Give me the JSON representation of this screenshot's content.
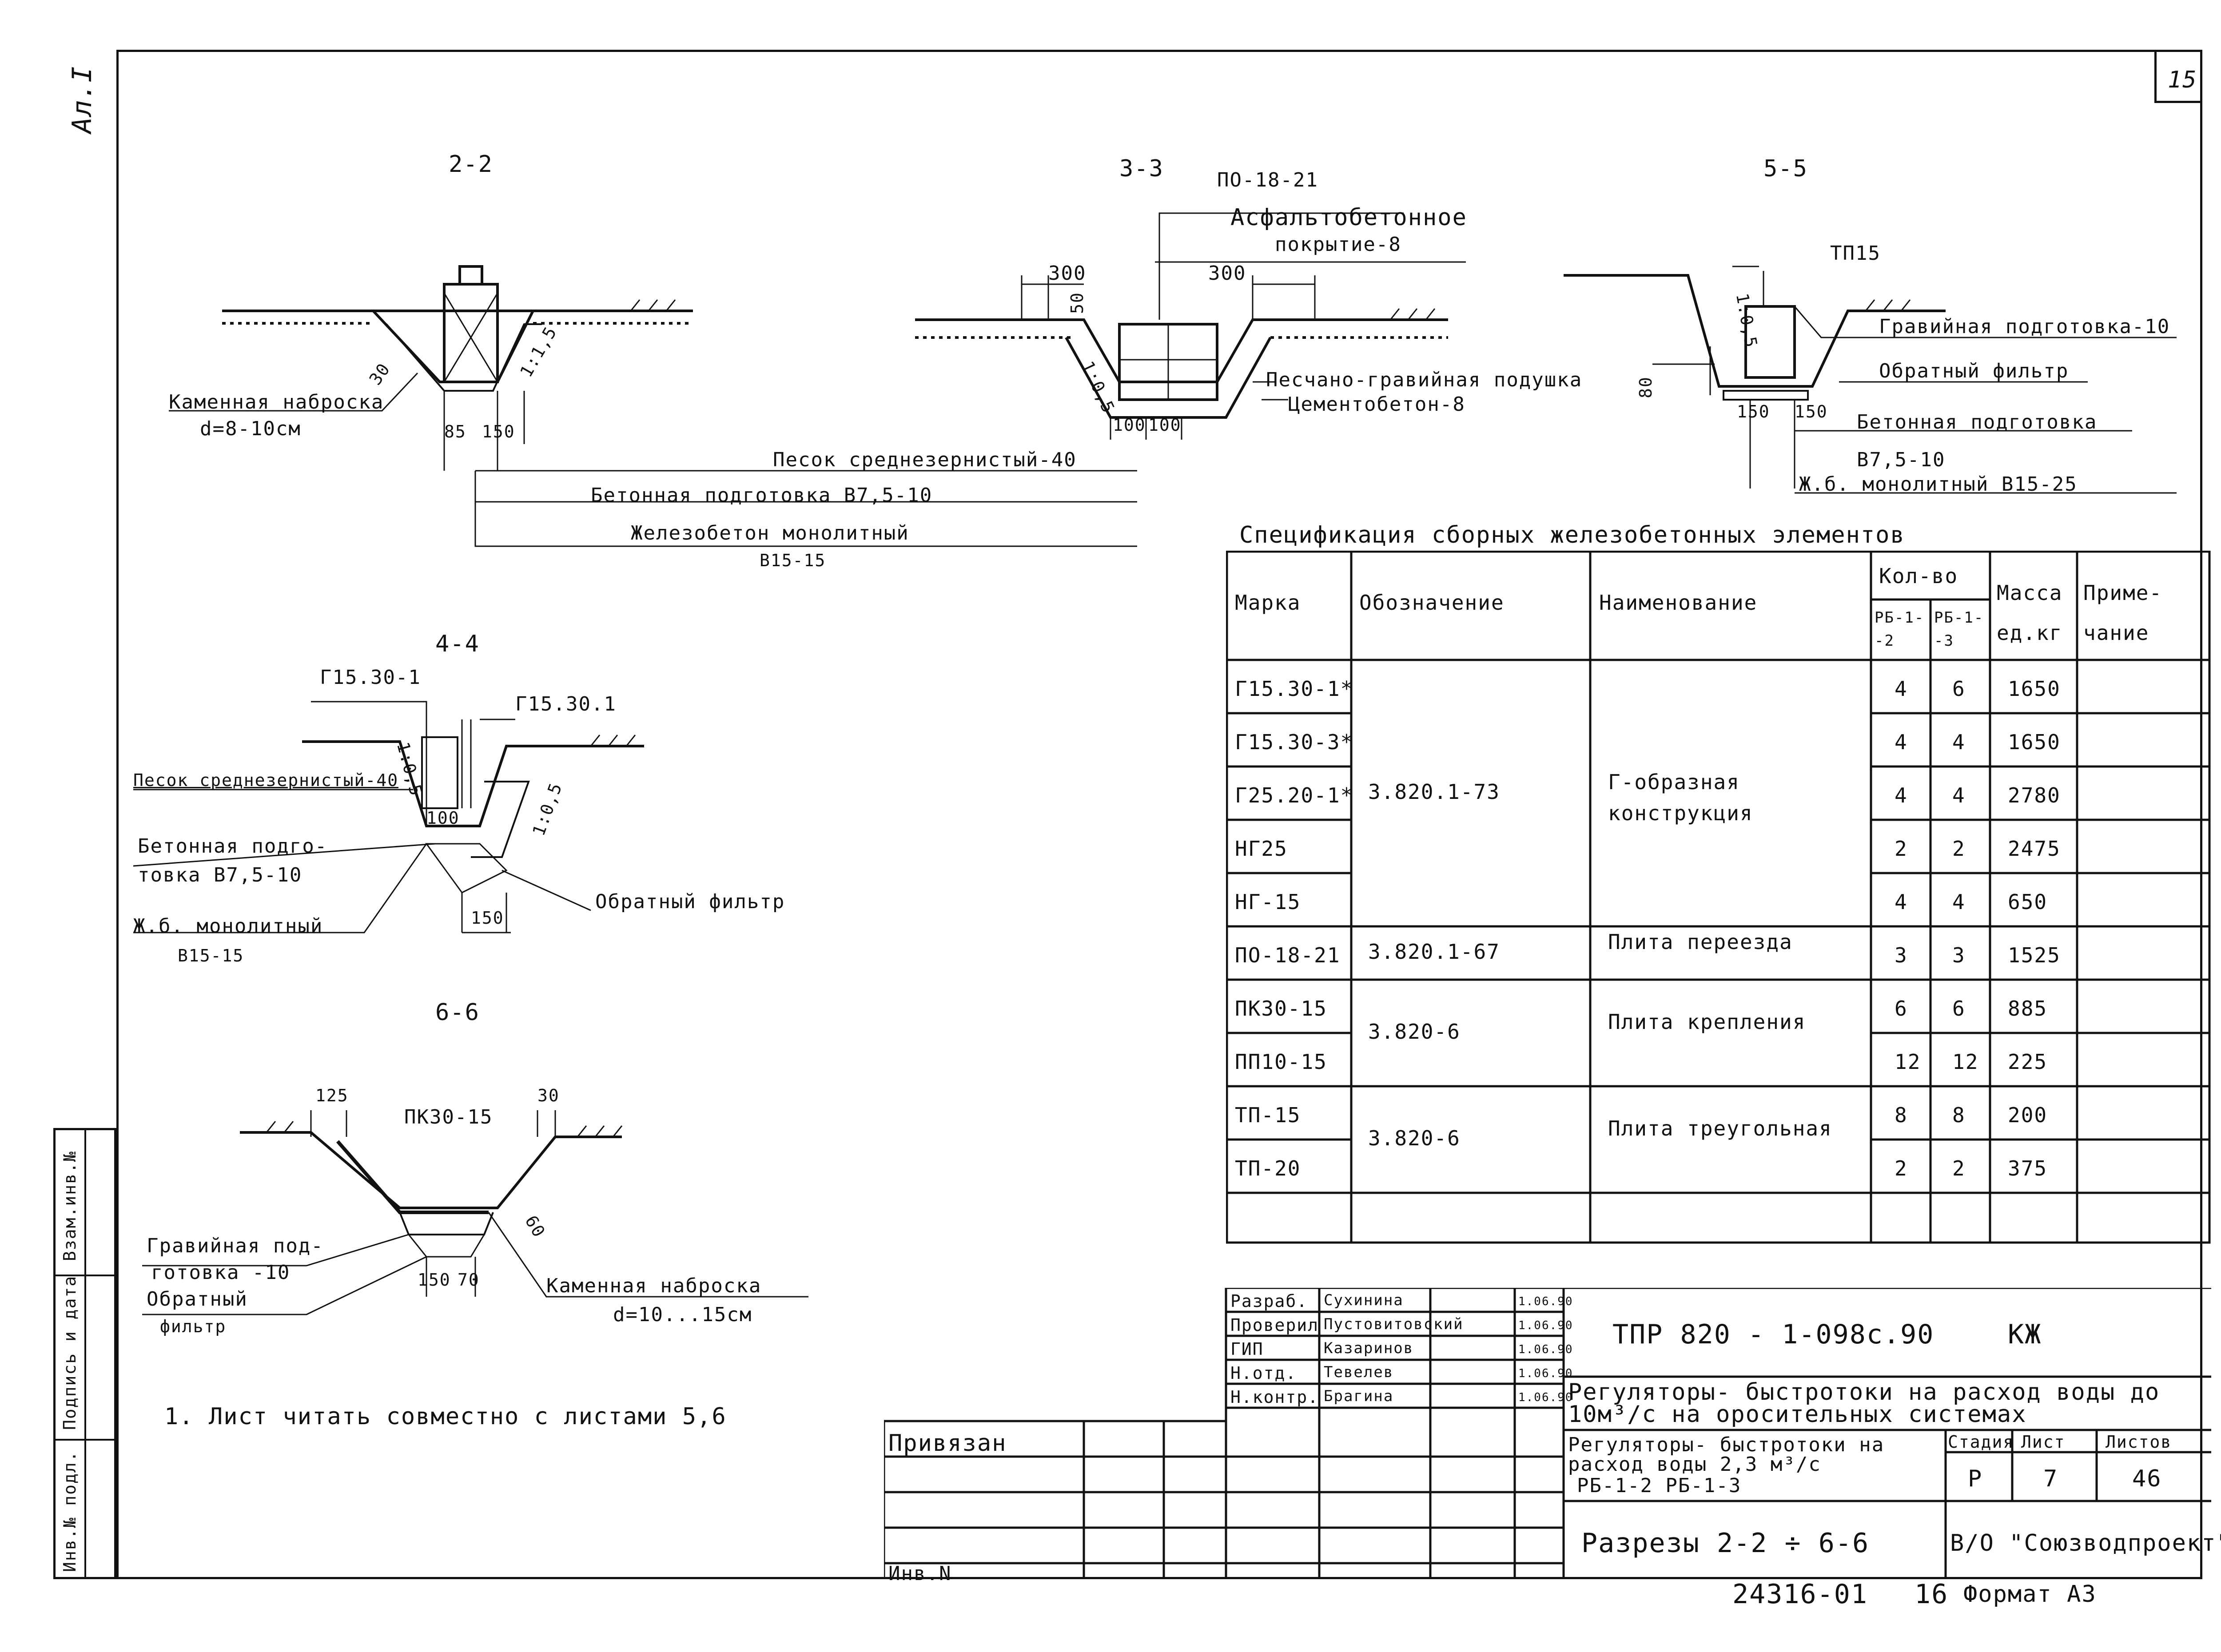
{
  "sheet_number": "15",
  "album": "Ал.I",
  "sections": {
    "s22": {
      "title": "2-2",
      "labels": [
        "Каменная наброска",
        "d=8-10см",
        "30",
        "1:1,5",
        "85",
        "150",
        "Песок среднезернистый-40",
        "Бетонная подготовка B7,5-10",
        "Железобетон монолитный",
        "B15-15"
      ]
    },
    "s33": {
      "title": "3-3",
      "labels": [
        "ПО-18-21",
        "Асфальтобетонное",
        "покрытие-8",
        "300",
        "300",
        "50",
        "1:0,5",
        "100",
        "100",
        "Песчано-гравийная подушка",
        "Цементобетон-8"
      ]
    },
    "s55": {
      "title": "5-5",
      "labels": [
        "ТП15",
        "1:0,5",
        "Гравийная подготовка-10",
        "80",
        "Обратный фильтр",
        "150",
        "150",
        "Бетонная подготовка",
        "B7,5-10",
        "Ж.б. монолитный B15-25"
      ]
    },
    "s44": {
      "title": "4-4",
      "labels": [
        "Г15.30-1",
        "Г15.30.1",
        "1:0,5",
        "1:0,5",
        "Песок среднезернистый-40",
        "100",
        "Бетонная подго-",
        "товка B7,5-10",
        "Обратный фильтр",
        "Ж.б. монолитный",
        "B15-15",
        "150"
      ]
    },
    "s66": {
      "title": "6-6",
      "labels": [
        "125",
        "ПК30-15",
        "30",
        "60",
        "Гравийная под-",
        "готовка -10",
        "Обратный",
        "фильтр",
        "150",
        "70",
        "Каменная наброска",
        "d=10...15см"
      ]
    }
  },
  "note": "1. Лист читать совместно с листами 5,6",
  "spec": {
    "title": "Спецификация сборных железобетонных элементов",
    "headers": {
      "mark": "Марка",
      "designation": "Обозначение",
      "name": "Наименование",
      "qty": "Кол-во",
      "qty_a": "РБ-1--2",
      "qty_b": "РБ-1--3",
      "mass": "Масса ед.кг",
      "note": "Приме-чание"
    },
    "groups": [
      {
        "designation": "3.820.1-73",
        "name": "Г-образная конструкция",
        "rows": [
          {
            "mark": "Г15.30-1*",
            "a": "4",
            "b": "6",
            "mass": "1650"
          },
          {
            "mark": "Г15.30-3*",
            "a": "4",
            "b": "4",
            "mass": "1650"
          },
          {
            "mark": "Г25.20-1*",
            "a": "4",
            "b": "4",
            "mass": "2780"
          },
          {
            "mark": "НГ25",
            "a": "2",
            "b": "2",
            "mass": "2475"
          },
          {
            "mark": "НГ-15",
            "a": "4",
            "b": "4",
            "mass": "650"
          }
        ]
      },
      {
        "designation": "3.820.1-67",
        "name": "Плита переезда",
        "rows": [
          {
            "mark": "ПО-18-21",
            "a": "3",
            "b": "3",
            "mass": "1525"
          }
        ]
      },
      {
        "designation": "3.820-6",
        "name": "Плита крепления",
        "rows": [
          {
            "mark": "ПК30-15",
            "a": "6",
            "b": "6",
            "mass": "885"
          },
          {
            "mark": "ПП10-15",
            "a": "12",
            "b": "12",
            "mass": "225"
          }
        ]
      },
      {
        "designation": "3.820-6",
        "name": "Плита треугольная",
        "rows": [
          {
            "mark": "ТП-15",
            "a": "8",
            "b": "8",
            "mass": "200"
          },
          {
            "mark": "ТП-20",
            "a": "2",
            "b": "2",
            "mass": "375"
          }
        ]
      }
    ]
  },
  "title_block": {
    "roles": [
      {
        "role": "Разраб.",
        "name": "Сухинина",
        "date": "1.06.90"
      },
      {
        "role": "Проверил",
        "name": "Пустовитовский",
        "date": "1.06.90"
      },
      {
        "role": "ГИП",
        "name": "Казаринов",
        "date": "1.06.90"
      },
      {
        "role": "Н.отд.",
        "name": "Тевелев",
        "date": "1.06.90"
      },
      {
        "role": "Н.контр.",
        "name": "Брагина",
        "date": "1.06.90"
      }
    ],
    "code": "ТПР 820 - 1-098с.90",
    "code_suffix": "КЖ",
    "project": "Регуляторы- быстротоки на расход воды до 10м³/с на оросительных системах",
    "subject_line1": "Регуляторы- быстротоки на",
    "subject_line2": "расход воды 2,3 м³/с",
    "subject_line3": "РБ-1-2   РБ-1-3",
    "stage_label": "Стадия",
    "stage": "Р",
    "sheet_label": "Лист",
    "sheet": "7",
    "sheets_label": "Листов",
    "sheets": "46",
    "drawing_title": "Разрезы 2-2 ÷ 6-6",
    "organization": "В/О \"Союзводпроект\"",
    "privyazan": "Привязан",
    "inv_n": "Инв.N"
  },
  "side_stamp": {
    "inv_orig": "Инв.№ подл.",
    "sign_date": "Подпись и дата",
    "vzam_inv": "Взам.инв.№"
  },
  "footer": {
    "doc_number": "24316-01",
    "page": "16",
    "format": "Формат А3"
  }
}
